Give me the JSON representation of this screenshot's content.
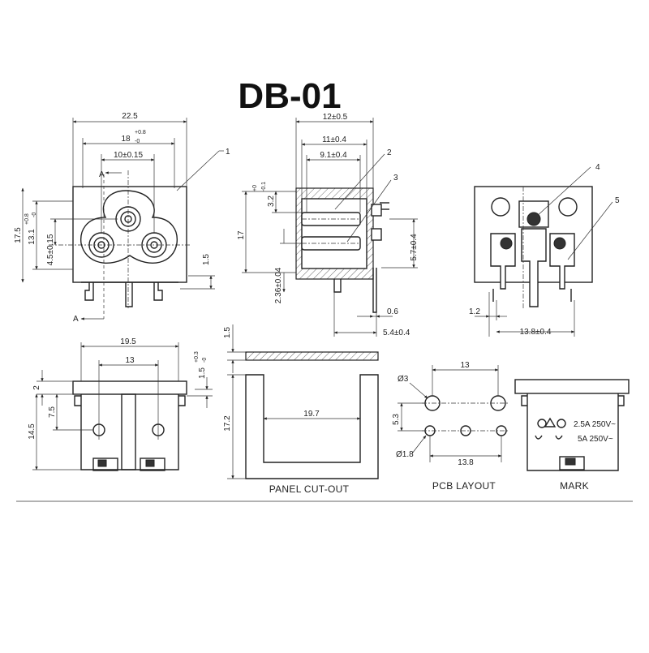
{
  "title": "DB-01",
  "callouts": [
    "1",
    "2",
    "3",
    "4",
    "5"
  ],
  "front_view": {
    "width_total": "22.5",
    "inner_width": "18",
    "inner_width_tol_up": "+0.8",
    "inner_width_tol_low": "-0",
    "pin_spacing": "10±0.15",
    "height_partial": "17.5",
    "height_body": "13.1",
    "height_body_tol_up": "+0.8",
    "height_body_tol_low": "-0",
    "pin_height": "4.5±0.15",
    "flange": "1.5",
    "section_mark": "A"
  },
  "side_view": {
    "depth_top": "12±0.5",
    "depth_mid": "11±0.4",
    "depth_pins": "9.1±0.4",
    "height": "17",
    "offset": "3.2",
    "offset_tol_up": "+0",
    "offset_tol_low": "-0.1",
    "pin_offset": "5.7±0.4",
    "bottom_offset": "2.36±0.04",
    "terminal_thickness": "0.6",
    "terminal_length": "5.4±0.4"
  },
  "rear_view": {
    "terminal_width": "1.2",
    "terminal_spacing": "13.8±0.4"
  },
  "bottom_view": {
    "width": "19.5",
    "inner": "13",
    "top_offset": "2",
    "flange": "1.5",
    "flange_tol_up": "+0.3",
    "flange_tol_low": "-0",
    "clip": "7.5",
    "height": "14.5"
  },
  "panel_cutout": {
    "caption": "PANEL CUT-OUT",
    "thickness": "1.5",
    "height": "17.2",
    "width": "19.7"
  },
  "pcb_layout": {
    "caption": "PCB LAYOUT",
    "top_spacing": "13",
    "bottom_spacing": "13.8",
    "vertical": "5.3",
    "hole_large": "Ø3",
    "hole_small": "Ø1.8"
  },
  "mark": {
    "caption": "MARK",
    "rating1": "2.5A 250V~",
    "rating2": "5A 250V~",
    "cert_logo_1": "cqc-logo",
    "cert_logo_2": "ul-logo"
  }
}
